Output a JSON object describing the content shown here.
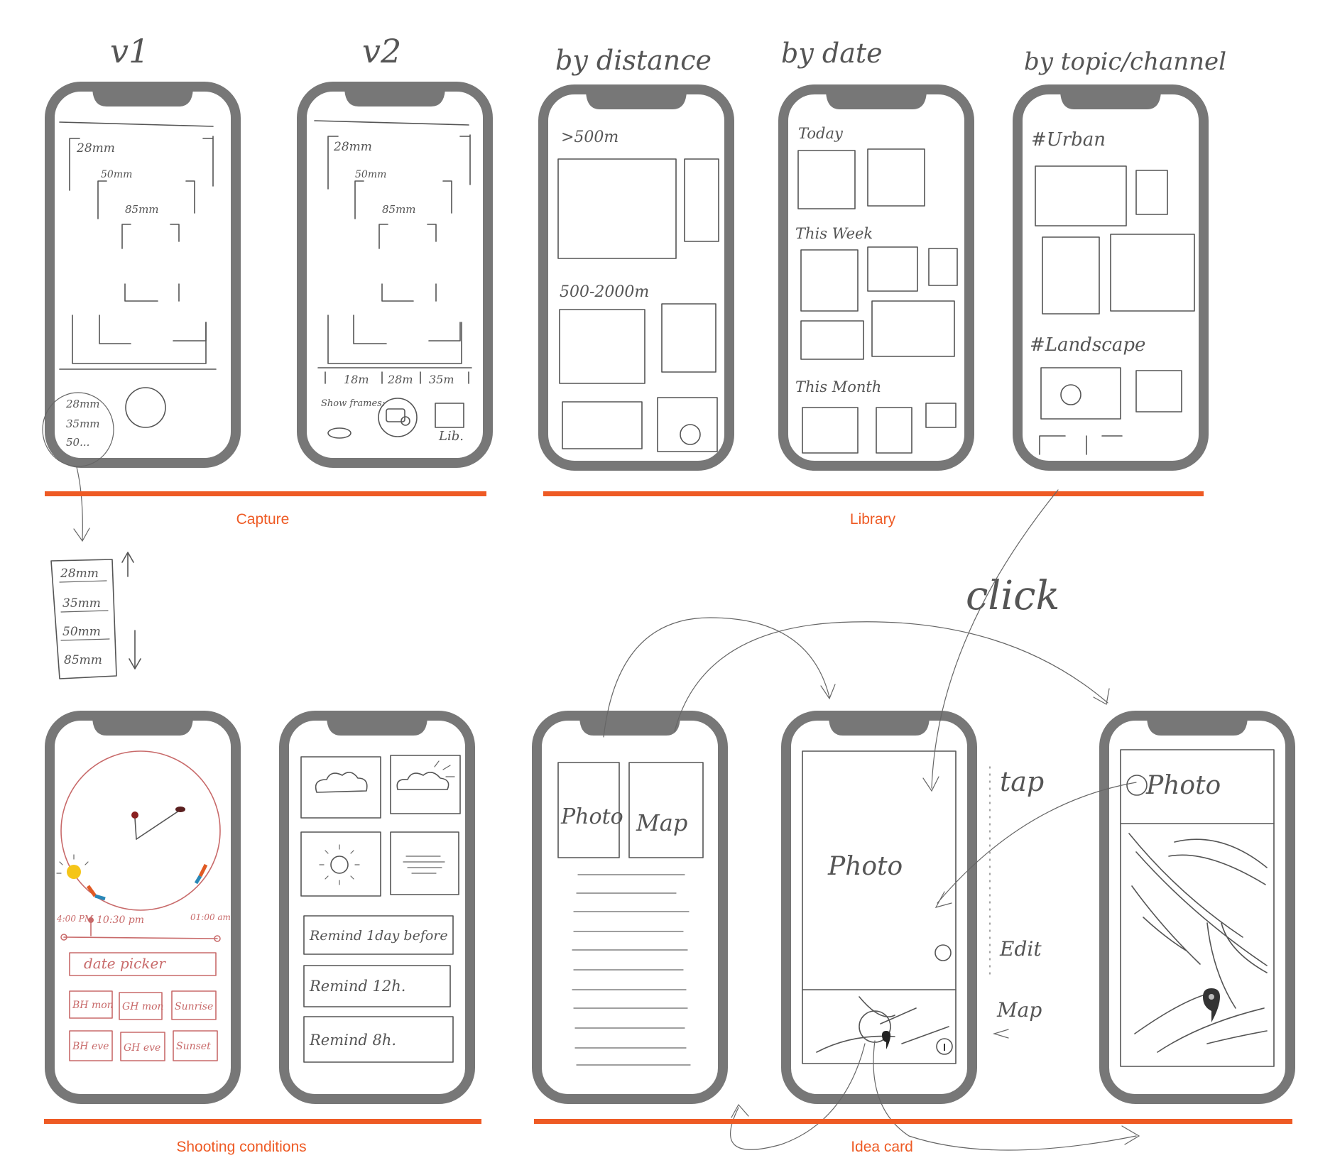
{
  "colors": {
    "accent": "#ee5a24",
    "frame": "#777777",
    "sketch": "#555555",
    "red_ink": "#c86a6a"
  },
  "sections": [
    {
      "label": "Capture"
    },
    {
      "label": "Library"
    },
    {
      "label": "Shooting conditions"
    },
    {
      "label": "Idea card"
    }
  ],
  "capture": {
    "v1": {
      "title": "v1",
      "focal_labels": [
        "28mm",
        "50mm",
        "85mm"
      ],
      "picker_items": [
        "28mm",
        "35mm",
        "50..."
      ]
    },
    "v2": {
      "title": "v2",
      "focal_labels": [
        "28mm",
        "50mm",
        "85mm"
      ],
      "tabs": [
        "18m",
        "28m",
        "35m"
      ],
      "show_frames": "Show frames:",
      "lib": "Lib."
    },
    "scroll_list": [
      "28mm",
      "35mm",
      "50mm",
      "85mm"
    ]
  },
  "library": {
    "by_distance": {
      "title": "by distance",
      "groups": [
        ">500m",
        "500-2000m"
      ]
    },
    "by_date": {
      "title": "by date",
      "groups": [
        "Today",
        "This Week",
        "This Month"
      ]
    },
    "by_topic": {
      "title": "by topic/channel",
      "groups": [
        "#Urban",
        "#Landscape"
      ]
    },
    "click_note": "click"
  },
  "shooting_conditions": {
    "times": [
      "4:00 PM",
      "10:30 pm",
      "01:00 am"
    ],
    "date_picker": "date picker",
    "buttons": [
      "BH mon",
      "GH mon",
      "Sunrise",
      "BH eve",
      "GH eve",
      "Sunset"
    ],
    "reminders": [
      "Remind 1day before",
      "Remind 12h.",
      "Remind 8h."
    ]
  },
  "idea_card": {
    "tiles": [
      "Photo",
      "Map"
    ],
    "photo_label": "Photo",
    "gestures": [
      "tap",
      "Edit",
      "Map"
    ],
    "photo_header": "Photo"
  }
}
